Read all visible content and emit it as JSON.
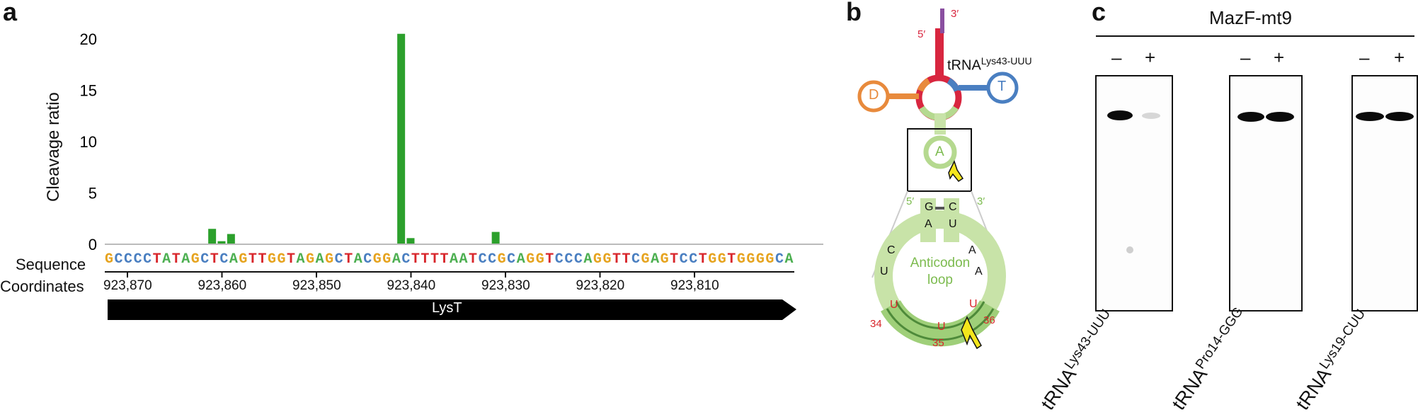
{
  "panels": {
    "a": "a",
    "b": "b",
    "c": "c"
  },
  "panel_a": {
    "chart_data": {
      "type": "bar",
      "ylabel": "Cleavage ratio",
      "ylim": [
        0,
        20
      ],
      "yticks": [
        "0",
        "5",
        "10",
        "15",
        "20"
      ],
      "categories": [
        "923,861",
        "923,860",
        "923,859",
        "923,841",
        "923,840",
        "923,831"
      ],
      "values": [
        1.5,
        0.3,
        1.0,
        20.5,
        0.6,
        1.2
      ],
      "bar_color": "#2ca02c"
    },
    "sequence_label": "Sequence",
    "sequence": "GCCCCTATAGCTCAGTTGGTAGAGCTACGGACTTTTAATCCGCAGGTCCCAGGTTCGAGTCCTGGTGGGGCA",
    "coordinates_label": "Coordinates",
    "coordinates": [
      "923,870",
      "923,860",
      "923,850",
      "923,840",
      "923,830",
      "923,820",
      "923,810"
    ],
    "gene_label": "LysT",
    "base_colors": {
      "A": "#4caf50",
      "C": "#4a7fc1",
      "G": "#e6a31e",
      "T": "#d8262b"
    }
  },
  "panel_b": {
    "trna_name": "tRNA",
    "trna_sup": "Lys43-UUU",
    "d_arm": "D",
    "t_arm": "T",
    "a_arm": "A",
    "end3": "3′",
    "end5": "5′",
    "stem_left": [
      "G",
      "A"
    ],
    "stem_right": [
      "C",
      "U"
    ],
    "loop_left": [
      "C",
      "U"
    ],
    "loop_right": [
      "A",
      "A"
    ],
    "anticodon": [
      "U",
      "U",
      "U"
    ],
    "positions": [
      "34",
      "35",
      "36"
    ],
    "loop_title": "Anticodon",
    "loop_title2": "loop"
  },
  "panel_c": {
    "title": "MazF-mt9",
    "signs": [
      "–",
      "+",
      "–",
      "+",
      "–",
      "+"
    ],
    "lanes": [
      {
        "name": "tRNA",
        "sup": "Lys43-UUU"
      },
      {
        "name": "tRNA",
        "sup": "Pro14-GGG"
      },
      {
        "name": "tRNA",
        "sup": "Lys19-CUU"
      }
    ]
  }
}
